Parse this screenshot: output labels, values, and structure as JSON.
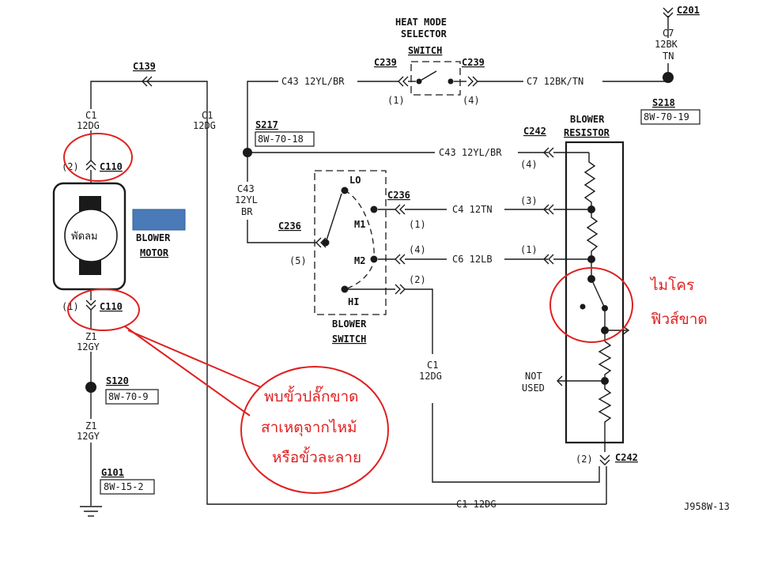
{
  "connectors": {
    "c139": "C139",
    "c110_top": "C110",
    "c110_bottom": "C110",
    "c239_left": "C239",
    "c239_right": "C239",
    "c236_top": "C236",
    "c236_left": "C236",
    "c242_top": "C242",
    "c242_bottom": "C242",
    "c201": "C201"
  },
  "splices": {
    "s217": "S217",
    "s217_ref": "8W-70-18",
    "s218": "S218",
    "s218_ref": "8W-70-19",
    "s120": "S120",
    "s120_ref": "8W-70-9",
    "g101": "G101",
    "g101_ref": "8W-15-2"
  },
  "wires": {
    "c1_12dg_left_a": "C1",
    "c1_12dg_left_b": "12DG",
    "c1_12dg_mid_a": "C1",
    "c1_12dg_mid_b": "12DG",
    "c43_top": "C43 12YL/BR",
    "c7_top": "C7 12BK/TN",
    "c7_vert_a": "C7",
    "c7_vert_b": "12BK",
    "c7_vert_c": "TN",
    "c43_vert_a": "C43",
    "c43_vert_b": "12YL",
    "c43_vert_c": "BR",
    "c43_resistor": "C43 12YL/BR",
    "c4_12tn": "C4 12TN",
    "c6_12lb": "C6 12LB",
    "c1_12dg_switch_a": "C1",
    "c1_12dg_switch_b": "12DG",
    "c1_12dg_bottom": "C1 12DG",
    "z1_12gy_a1": "Z1",
    "z1_12gy_a2": "12GY",
    "z1_12gy_b1": "Z1",
    "z1_12gy_b2": "12GY"
  },
  "components": {
    "heat_mode_l1": "HEAT MODE",
    "heat_mode_l2": "SELECTOR",
    "heat_mode_l3": "SWITCH",
    "blower_motor_l1": "BLOWER",
    "blower_motor_l2": "MOTOR",
    "blower_switch_l1": "BLOWER",
    "blower_switch_l2": "SWITCH",
    "blower_resistor_l1": "BLOWER",
    "blower_resistor_l2": "RESISTOR",
    "fan_label": "พัดลม"
  },
  "switch_positions": {
    "lo": "LO",
    "m1": "M1",
    "m2": "M2",
    "hi": "HI"
  },
  "pins": {
    "hm_1": "(1)",
    "hm_4": "(4)",
    "motor_2": "(2)",
    "motor_1": "(1)",
    "sw_5": "(5)",
    "sw_1": "(1)",
    "sw_4": "(4)",
    "sw_2": "(2)",
    "res_4": "(4)",
    "res_3": "(3)",
    "res_1": "(1)",
    "res_2": "(2)"
  },
  "not_used_l1": "NOT",
  "not_used_l2": "USED",
  "drawing_id": "J958W-13",
  "annotations": {
    "micro_fuse_l1": "ไมโคร",
    "micro_fuse_l2": "ฟิวส์ขาด",
    "plug_l1": "พบขั้วปลั๊กขาด",
    "plug_l2": "สาเหตุจากไหม้",
    "plug_l3": "หรือขั้วละลาย"
  },
  "colors": {
    "annotation": "#e02020",
    "ink": "#1a1a1a",
    "label_patch": "#4a7ab8"
  }
}
